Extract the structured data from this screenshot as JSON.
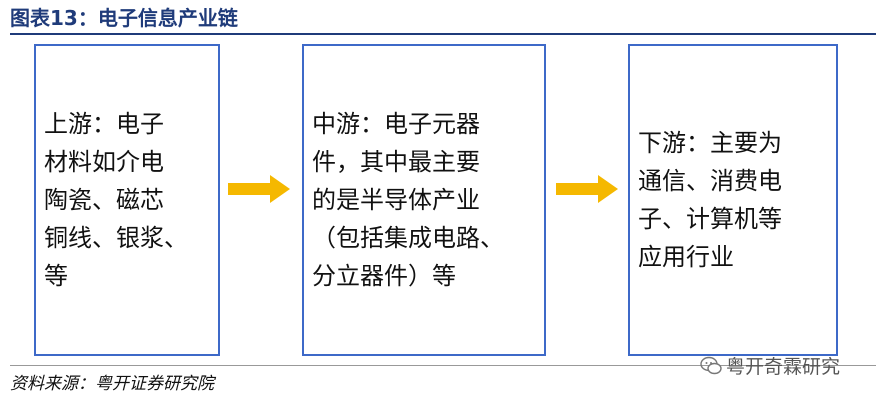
{
  "header": {
    "title": "图表13：电子信息产业链"
  },
  "chain": {
    "upstream": "上游：电子\n材料如介电\n陶瓷、磁芯\n铜线、银浆、\n等",
    "midstream": "中游：电子元器\n件，其中最主要\n的是半导体产业\n（包括集成电路、\n分立器件）等",
    "downstream": "下游：主要为\n通信、消费电\n子、计算机等\n应用行业"
  },
  "footer": {
    "source": "资料来源：粤开证券研究院",
    "watermark": "粤开奇霖研究"
  },
  "colors": {
    "title": "#1f3b7a",
    "box_border": "#3d69c8",
    "arrow": "#f5b800"
  }
}
